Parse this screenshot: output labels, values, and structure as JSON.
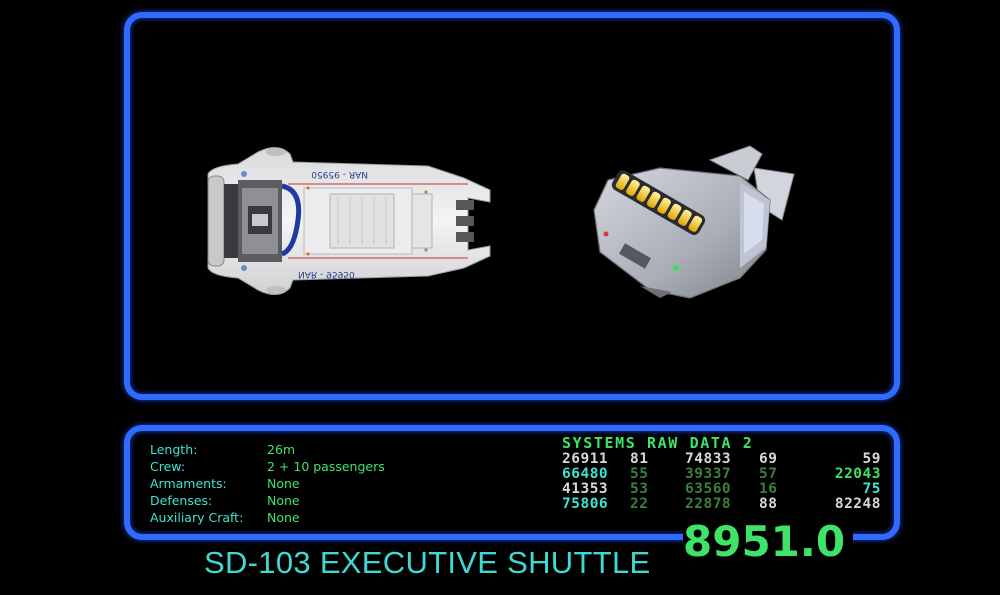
{
  "frames": {
    "accent_color": "#2f6bff"
  },
  "ship": {
    "name": "SD-103 EXECUTIVE SHUTTLE",
    "hull_text_top": "NAR - 95950",
    "hull_text_bottom": "NAR - 95950"
  },
  "stardate": "8951.0",
  "specs": [
    {
      "label": "Length:",
      "value": "26m"
    },
    {
      "label": "Crew:",
      "value": "2 + 10 passengers"
    },
    {
      "label": "Armaments:",
      "value": "None"
    },
    {
      "label": "Defenses:",
      "value": "None"
    },
    {
      "label": "Auxiliary Craft:",
      "value": "None"
    }
  ],
  "systems": {
    "title": "SYSTEMS RAW DATA 2",
    "rows": [
      {
        "color": "#d8d8d8",
        "dim": "#d8d8d8",
        "values": [
          "26911",
          "81",
          "74833",
          "69",
          "59"
        ]
      },
      {
        "color": "#3fe3d2",
        "dim": "#3b7f3b",
        "bright_last": "#3fe36a",
        "values": [
          "66480",
          "55",
          "39337",
          "57",
          "22043"
        ]
      },
      {
        "color": "#d8d8d8",
        "dim": "#3b7f3b",
        "bright_last": "#3fe3d2",
        "values": [
          "41353",
          "53",
          "63560",
          "16",
          "75"
        ]
      },
      {
        "color": "#3fe3d2",
        "dim": "#3b7f3b",
        "bright_last": "#d8d8d8",
        "values": [
          "75806",
          "22",
          "22878",
          "88",
          "82248"
        ]
      }
    ]
  }
}
